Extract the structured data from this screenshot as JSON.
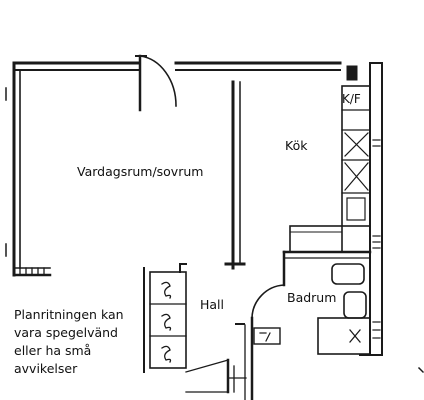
{
  "rooms": {
    "living": "Vardagsrum/sovrum",
    "kitchen": "Kök",
    "hall": "Hall",
    "bathroom": "Badrum"
  },
  "fixtures": {
    "fridge_freezer": "K/F"
  },
  "note": "Planritningen kan vara spegelvänd eller ha små avvikelser",
  "colors": {
    "ink": "#1a1a1a",
    "background": "#ffffff"
  }
}
